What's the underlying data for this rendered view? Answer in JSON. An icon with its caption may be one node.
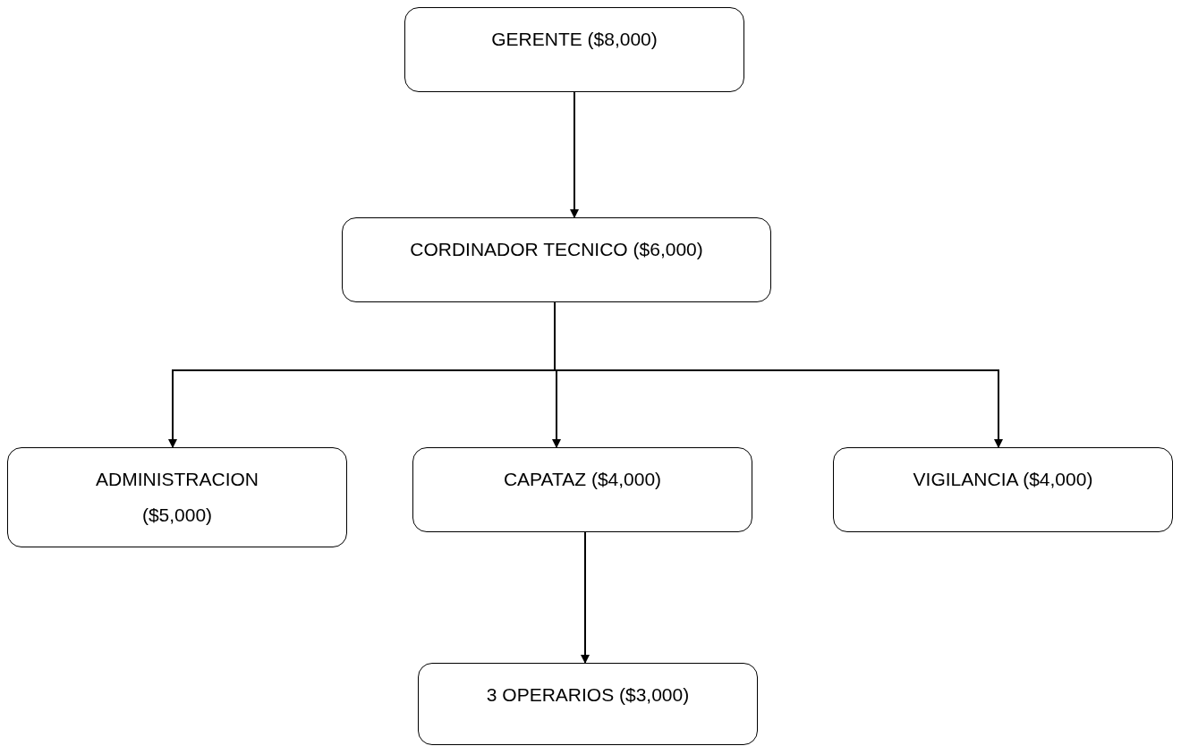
{
  "diagram": {
    "nodes": [
      {
        "text": [
          "GERENTE ($8,000)"
        ]
      },
      {
        "text": [
          "CORDINADOR TECNICO ($6,000)"
        ]
      },
      {
        "text": [
          "ADMINISTRACION ($5,000)"
        ]
      },
      {
        "text": [
          "CAPATAZ ($4,000)"
        ]
      },
      {
        "text": [
          "VIGILANCIA ($4,000)"
        ]
      },
      {
        "text": [
          "3 OPERARIOS ($3,000)"
        ]
      }
    ],
    "edges": [
      {
        "from": 0,
        "to": 1,
        "arrow": "to"
      },
      {
        "from": 1,
        "to": 2,
        "arrow": "to"
      },
      {
        "from": 1,
        "to": 3,
        "arrow": "to"
      },
      {
        "from": 1,
        "to": 4,
        "arrow": "to"
      },
      {
        "from": 3,
        "to": 5,
        "arrow": "to"
      }
    ]
  }
}
